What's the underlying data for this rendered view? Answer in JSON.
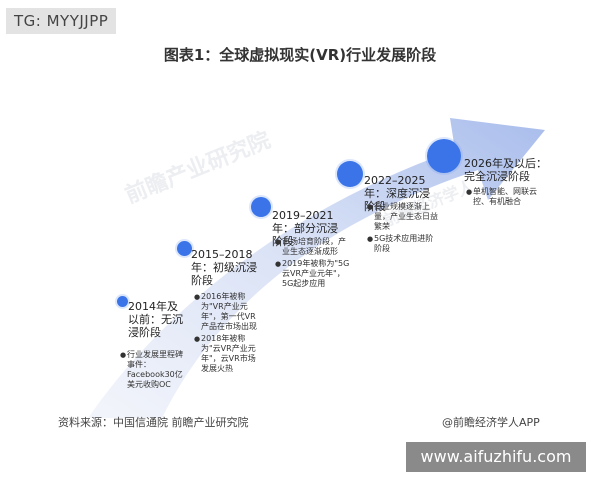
{
  "watermark_tag": "TG: MYYJJPP",
  "title": "图表1：全球虚拟现实(VR)行业发展阶段",
  "stages": [
    {
      "title": "2014年及以前：无沉浸阶段",
      "bullets": [
        "行业发展里程碑事件：Facebook30亿美元收购OC"
      ]
    },
    {
      "title": "2015–2018年：初级沉浸阶段",
      "bullets": [
        "2016年被称为\"VR产业元年\"，第一代VR产品在市场出现",
        "2018年被称为\"云VR产业元年\"，云VR市场发展火热"
      ]
    },
    {
      "title": "2019–2021年：部分沉浸阶段",
      "bullets": [
        "市场培育阶段，产业生态逐渐成形",
        "2019年被称为\"5G云VR产业元年\"，5G起步应用"
      ]
    },
    {
      "title": "2022–2025年：深度沉浸阶段",
      "bullets": [
        "行业规模逐渐上量，产业生态日益繁荣",
        "5G技术应用进阶阶段"
      ]
    },
    {
      "title": "2026年及以后：完全沉浸阶段",
      "bullets": [
        "单机智能、网联云控、有机融合"
      ]
    }
  ],
  "source": "资料来源：中国信通院 前瞻产业研究院",
  "brand": "@前瞻经济学人APP",
  "site_watermark": "www.aifuzhifu.com",
  "bullet_marker": "●",
  "colors": {
    "dot": "#3a74e8",
    "arrow_light": "#eef2fb",
    "arrow_mid": "#b9caf0"
  }
}
